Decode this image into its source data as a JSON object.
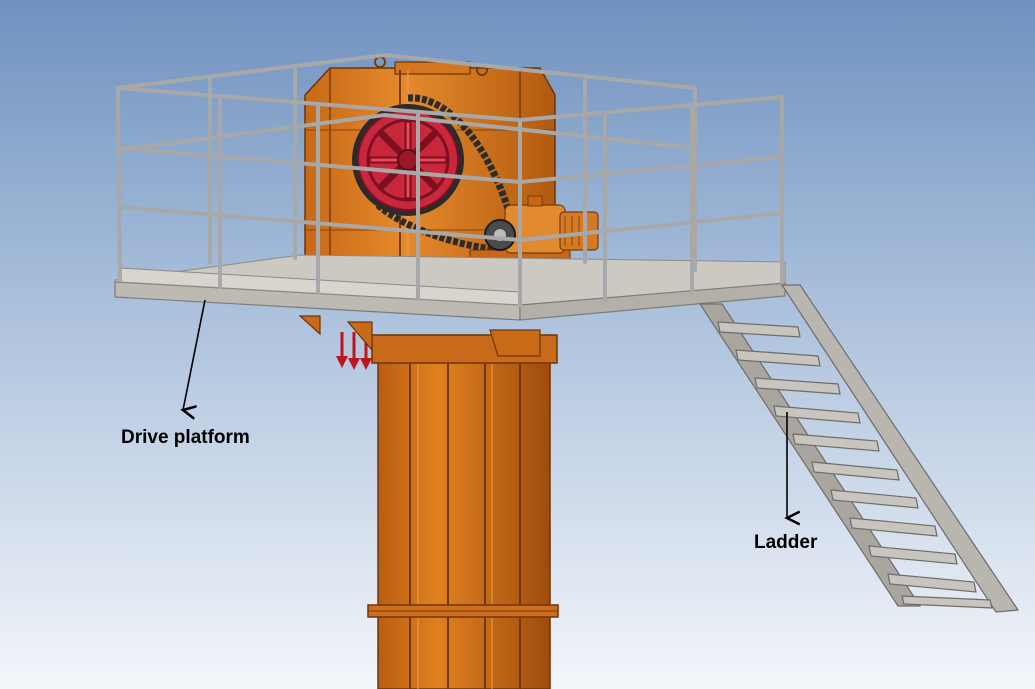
{
  "labels": {
    "drive_platform": "Drive platform",
    "ladder": "Ladder"
  },
  "colors": {
    "sky_top": "#6f92c0",
    "sky_bottom": "#f4f6fa",
    "steel_orange": "#d9741c",
    "steel_orange_dark": "#a9520d",
    "steel_orange_light": "#e98b33",
    "sprocket_red": "#c9283c",
    "platform_gray": "#c9c6c0",
    "rail_gray": "#a8a8a8",
    "chain_dark": "#2b2b2b",
    "arrow_red": "#c0141c"
  },
  "icons": [
    "sprocket-wheel",
    "drive-chain",
    "gear-motor",
    "callout-arrow"
  ]
}
